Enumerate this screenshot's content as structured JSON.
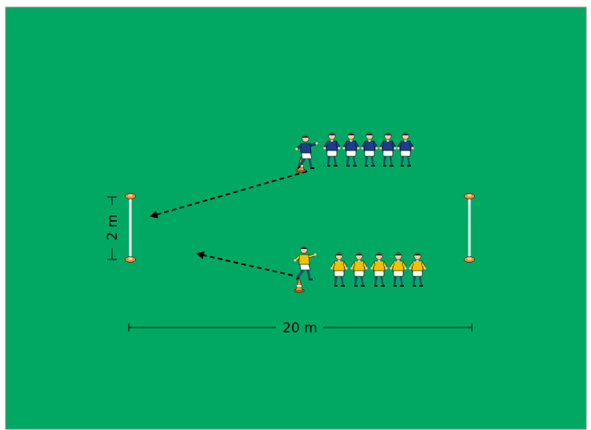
{
  "dimensions": {
    "width_label": "20 m",
    "gate_label": "2 m"
  },
  "colors": {
    "pitch": "#00a864",
    "border": "#8a8a8a",
    "cone": "#f08a3a",
    "blue_shirt": "#1e3e8a",
    "yellow_shirt": "#f2c200",
    "socks": "#1a4f66"
  },
  "teams": [
    {
      "name": "blue",
      "waiting_players": 5,
      "runner_icon": "running-player-icon"
    },
    {
      "name": "yellow",
      "waiting_players": 5,
      "runner_icon": "running-player-icon"
    }
  ],
  "icons": [
    "player-icon",
    "cone-icon",
    "gate-pole-icon",
    "pass-arrow-icon",
    "dimension-line-icon"
  ]
}
